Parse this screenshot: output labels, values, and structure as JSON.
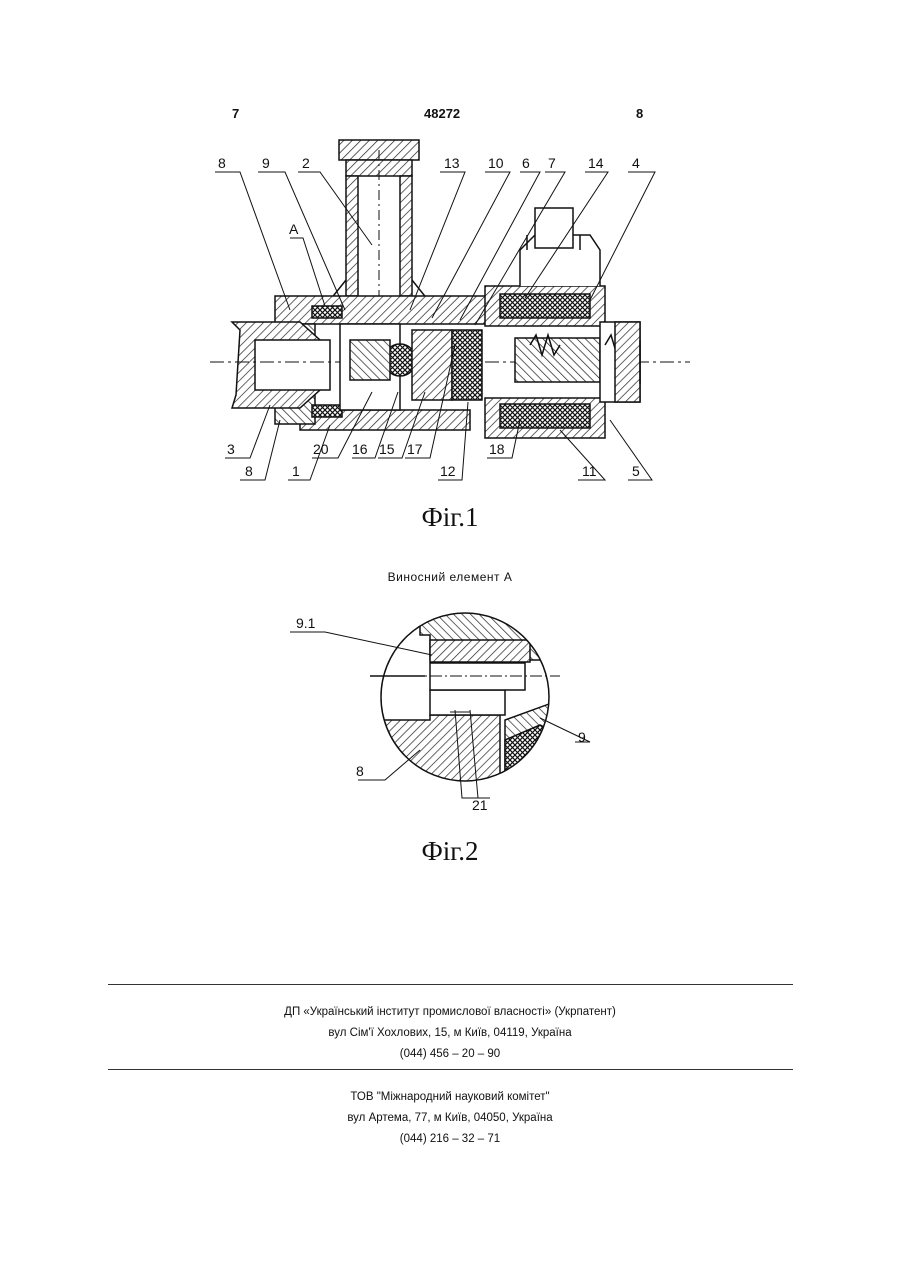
{
  "header": {
    "page_left": "7",
    "patent_number": "48272",
    "page_right": "8"
  },
  "figure1": {
    "caption": "Фіг.1",
    "labels_top": [
      "8",
      "9",
      "2",
      "13",
      "10",
      "6",
      "7",
      "14",
      "4"
    ],
    "label_a": "A",
    "labels_bottom": [
      "3",
      "8",
      "1",
      "20",
      "16",
      "15",
      "17",
      "12",
      "18",
      "11",
      "5"
    ]
  },
  "figure2": {
    "subtitle": "Виносний елемент А",
    "caption": "Фіг.2",
    "labels": [
      "9.1",
      "9",
      "8",
      "21"
    ]
  },
  "footer": {
    "org1": {
      "name": "ДП «Український інститут промислової власності» (Укрпатент)",
      "address": "вул  Сім'ї Хохлових, 15, м  Київ, 04119, Україна",
      "phone": "(044) 456 – 20 –  90"
    },
    "org2": {
      "name": "ТОВ \"Міжнародний науковий комітет\"",
      "address": "вул  Артема, 77, м  Київ, 04050, Україна",
      "phone": "(044) 216 – 32 – 71"
    }
  }
}
